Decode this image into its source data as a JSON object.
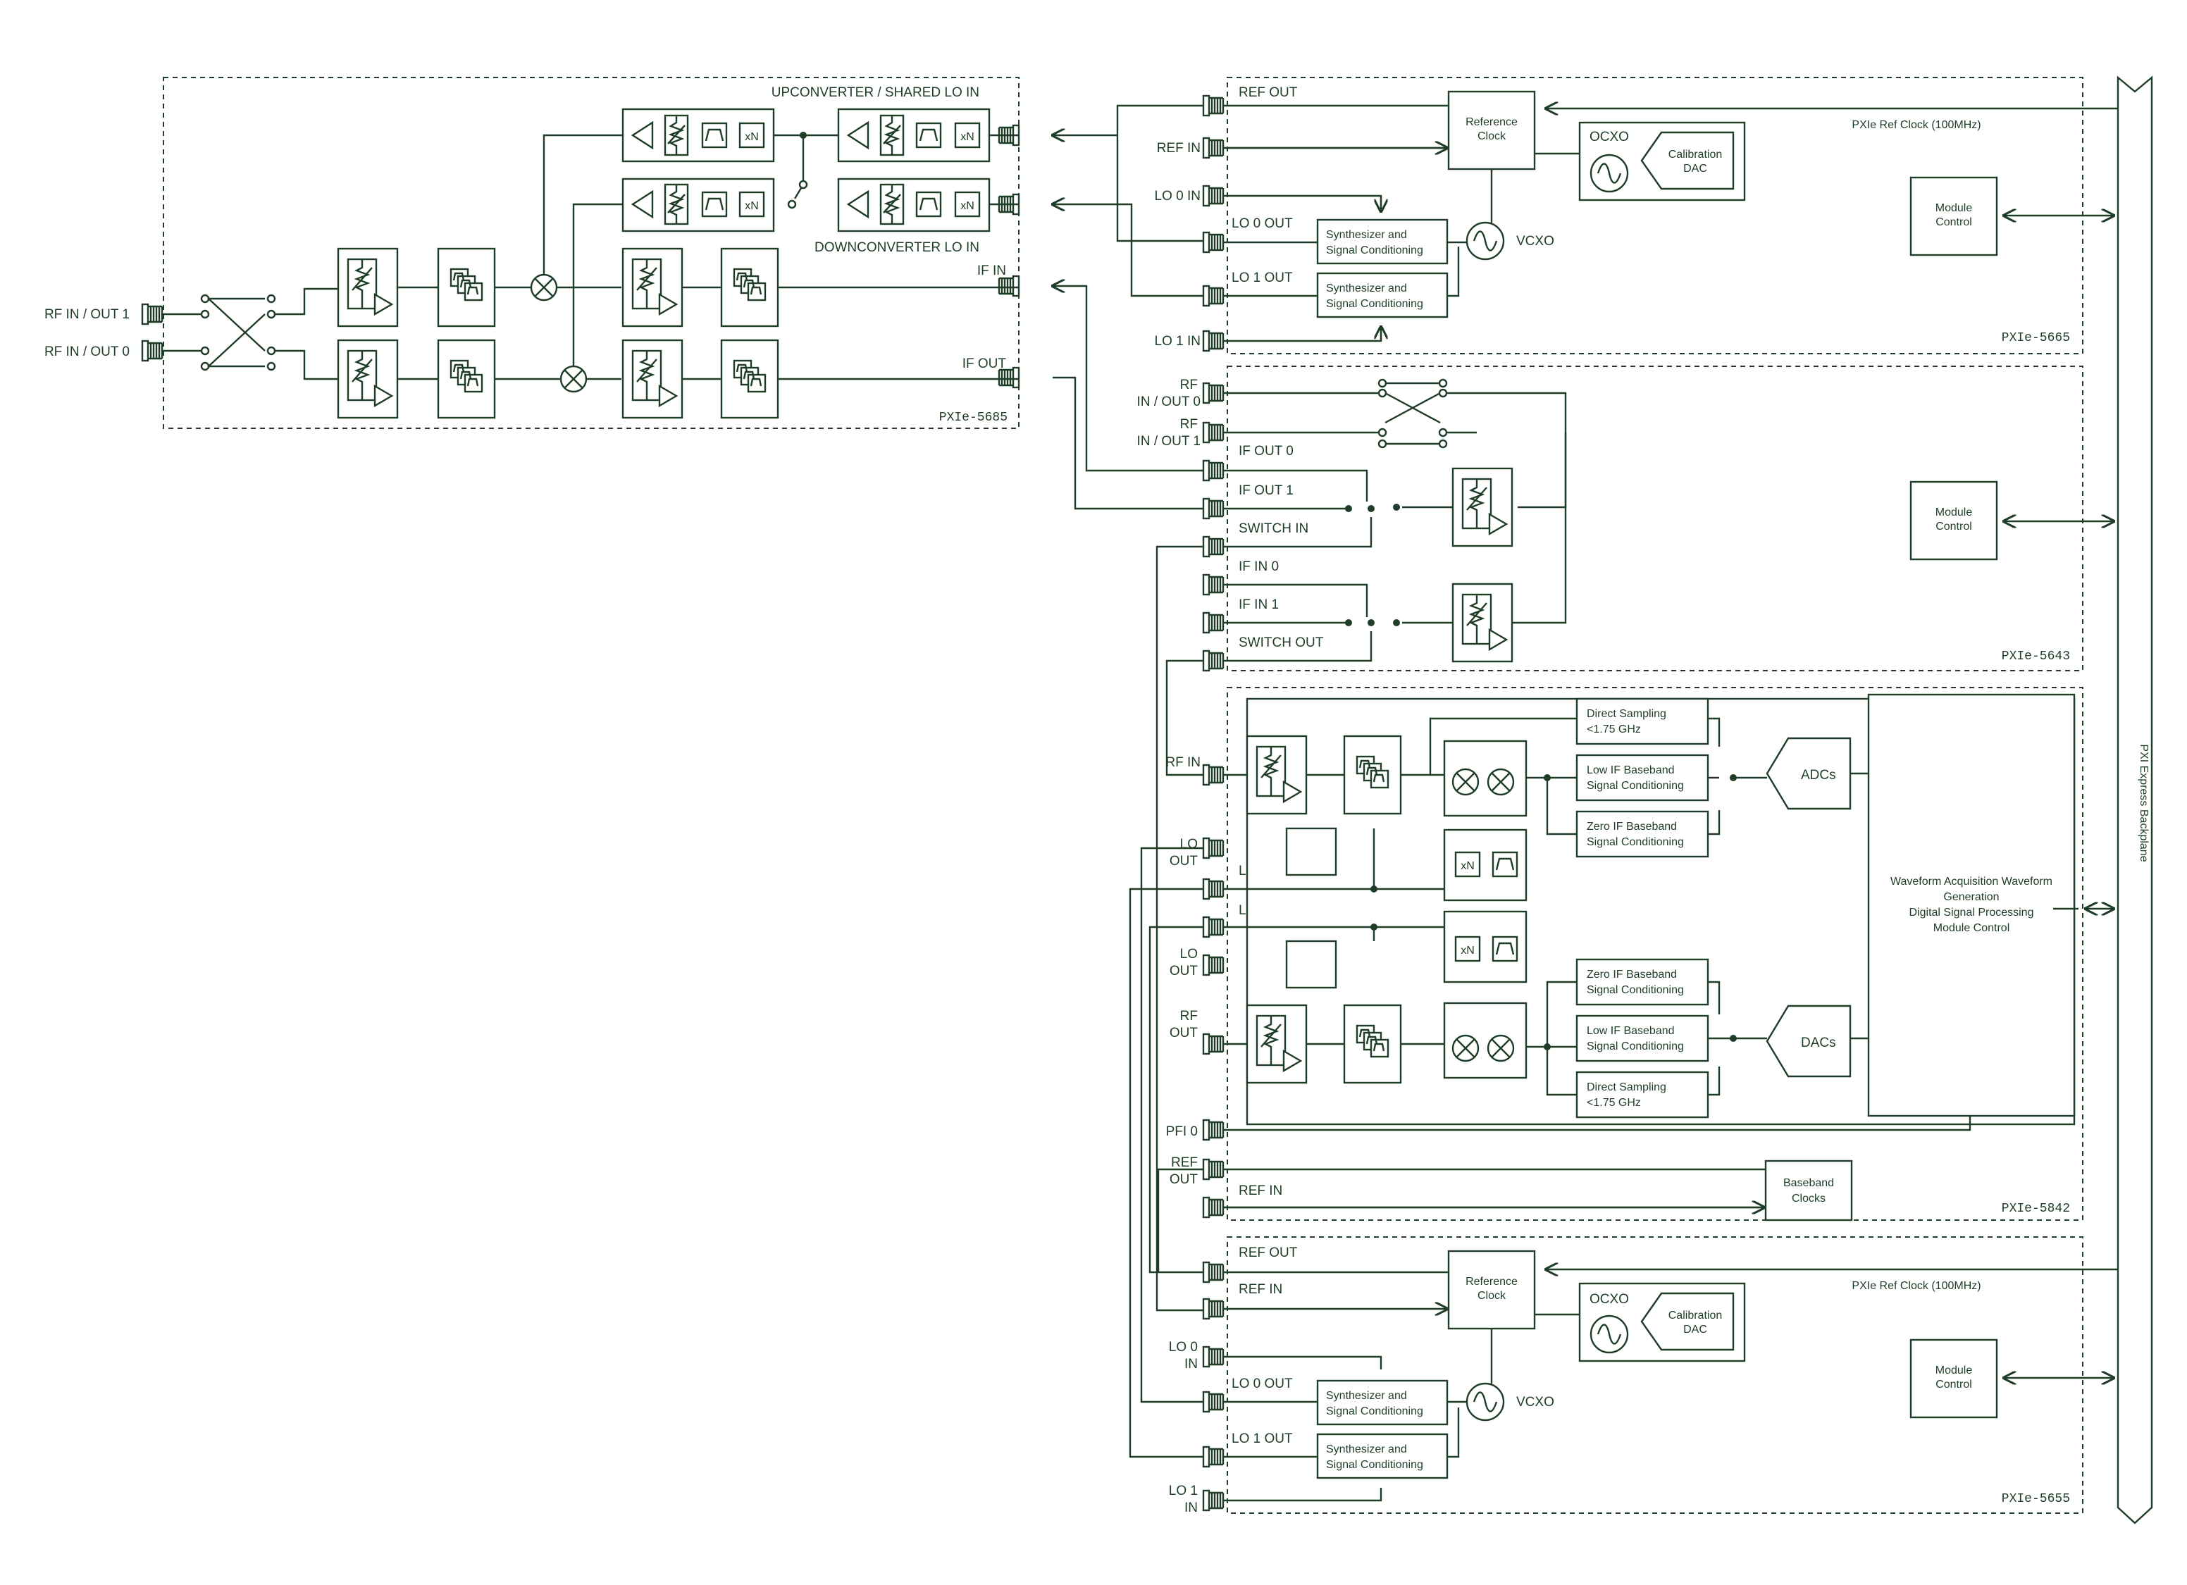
{
  "colors": {
    "line": "#1f3d26",
    "background": "#ffffff"
  },
  "icons": [
    "coax-connector-icon",
    "amplifier-icon",
    "attenuator-icon",
    "filter-icon",
    "multiplier-icon",
    "mixer-icon",
    "oscillator-icon",
    "switch-icon",
    "filter-bank-icon"
  ],
  "m5665": {
    "model": "PXIe-5665",
    "ref_out": "REF OUT",
    "ref_in": "REF IN",
    "lo0_in": "LO 0 IN",
    "lo0_out": "LO 0 OUT",
    "lo1_out": "LO 1 OUT",
    "lo1_in": "LO 1 IN",
    "ref_clock": [
      "Reference",
      "Clock"
    ],
    "ocxo": "OCXO",
    "cal_dac": [
      "Calibration",
      "DAC"
    ],
    "synth": [
      "Synthesizer and",
      "Signal Conditioning"
    ],
    "vcxo": "VCXO",
    "pxie_ref": "PXIe Ref Clock (100MHz)",
    "module_control": [
      "Module",
      "Control"
    ]
  },
  "m5685": {
    "model": "PXIe-5685",
    "rf1": "RF IN / OUT 1",
    "rf0": "RF IN / OUT 0",
    "up": "UPCONVERTER / SHARED LO IN",
    "down": "DOWNCONVERTER LO IN",
    "if_in": "IF IN",
    "if_out": "IF OUT",
    "xn": "xN"
  },
  "m5643": {
    "model": "PXIe-5643",
    "rf0": [
      "RF",
      "IN / OUT 0"
    ],
    "rf1": [
      "RF",
      "IN / OUT 1"
    ],
    "if_out0": "IF OUT 0",
    "if_out1": "IF OUT 1",
    "switch_in": "SWITCH IN",
    "if_in0": "IF IN 0",
    "if_in1": "IF IN 1",
    "switch_out": "SWITCH OUT",
    "module_control": [
      "Module",
      "Control"
    ]
  },
  "m5842": {
    "model": "PXIe-5842",
    "rf_in": "RF IN",
    "lo_out_a": [
      "LO",
      "OUT"
    ],
    "lo_in_a": "LO IN",
    "lo_in_b": "LO IN",
    "lo_out_b": [
      "LO",
      "OUT"
    ],
    "rf_out": [
      "RF",
      "OUT"
    ],
    "pfi0": "PFI 0",
    "ref_out": [
      "REF",
      "OUT"
    ],
    "ref_in": "REF IN",
    "direct": [
      "Direct Sampling",
      "<1.75 GHz"
    ],
    "lowif": [
      "Low IF Baseband",
      "Signal Conditioning"
    ],
    "zeroif": [
      "Zero IF Baseband",
      "Signal Conditioning"
    ],
    "adcs": "ADCs",
    "dacs": "DACs",
    "dsp": [
      "Waveform Acquisition Waveform",
      "Generation",
      "Digital Signal Processing",
      "Module Control"
    ],
    "baseband": [
      "Baseband",
      "Clocks"
    ],
    "xn": "xN"
  },
  "m5665b": {
    "model": "PXIe-5655",
    "ref_out": "REF OUT",
    "ref_in": "REF IN",
    "lo0_in": [
      "LO 0",
      "IN"
    ],
    "lo0_out": "LO 0 OUT",
    "lo1_out": "LO 1 OUT",
    "lo1_in": [
      "LO 1",
      "IN"
    ],
    "ref_clock": [
      "Reference",
      "Clock"
    ],
    "ocxo": "OCXO",
    "cal_dac": [
      "Calibration",
      "DAC"
    ],
    "synth": [
      "Synthesizer and",
      "Signal Conditioning"
    ],
    "vcxo": "VCXO",
    "pxie_ref": "PXIe Ref Clock (100MHz)",
    "module_control": [
      "Module",
      "Control"
    ]
  },
  "backplane": "PXI Express Backplane"
}
